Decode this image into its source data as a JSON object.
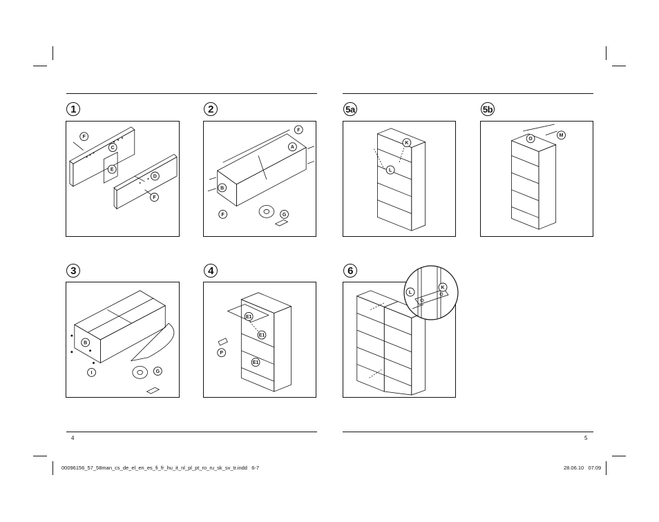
{
  "steps": [
    {
      "id": "1",
      "label": "1",
      "parts": [
        "F",
        "C",
        "E",
        "D",
        "F"
      ]
    },
    {
      "id": "2",
      "label": "2",
      "parts": [
        "F",
        "A",
        "B",
        "F",
        "G"
      ]
    },
    {
      "id": "5a",
      "label": "5a",
      "parts": [
        "K",
        "L"
      ]
    },
    {
      "id": "5b",
      "label": "5b",
      "parts": [
        "O",
        "M"
      ]
    },
    {
      "id": "3",
      "label": "3",
      "parts": [
        "B",
        "I",
        "G"
      ]
    },
    {
      "id": "4",
      "label": "4",
      "parts": [
        "E1",
        "E1",
        "E1",
        "P"
      ]
    },
    {
      "id": "6",
      "label": "6",
      "parts": [
        "L",
        "K"
      ]
    }
  ],
  "page_left": "4",
  "page_right": "5",
  "footer": {
    "file": "00096156_57_58man_cs_de_el_en_es_fi_fr_hu_it_nl_pl_pt_ro_ru_sk_sv_tr.indd   6-7",
    "date": "28.06.10   07:09"
  }
}
